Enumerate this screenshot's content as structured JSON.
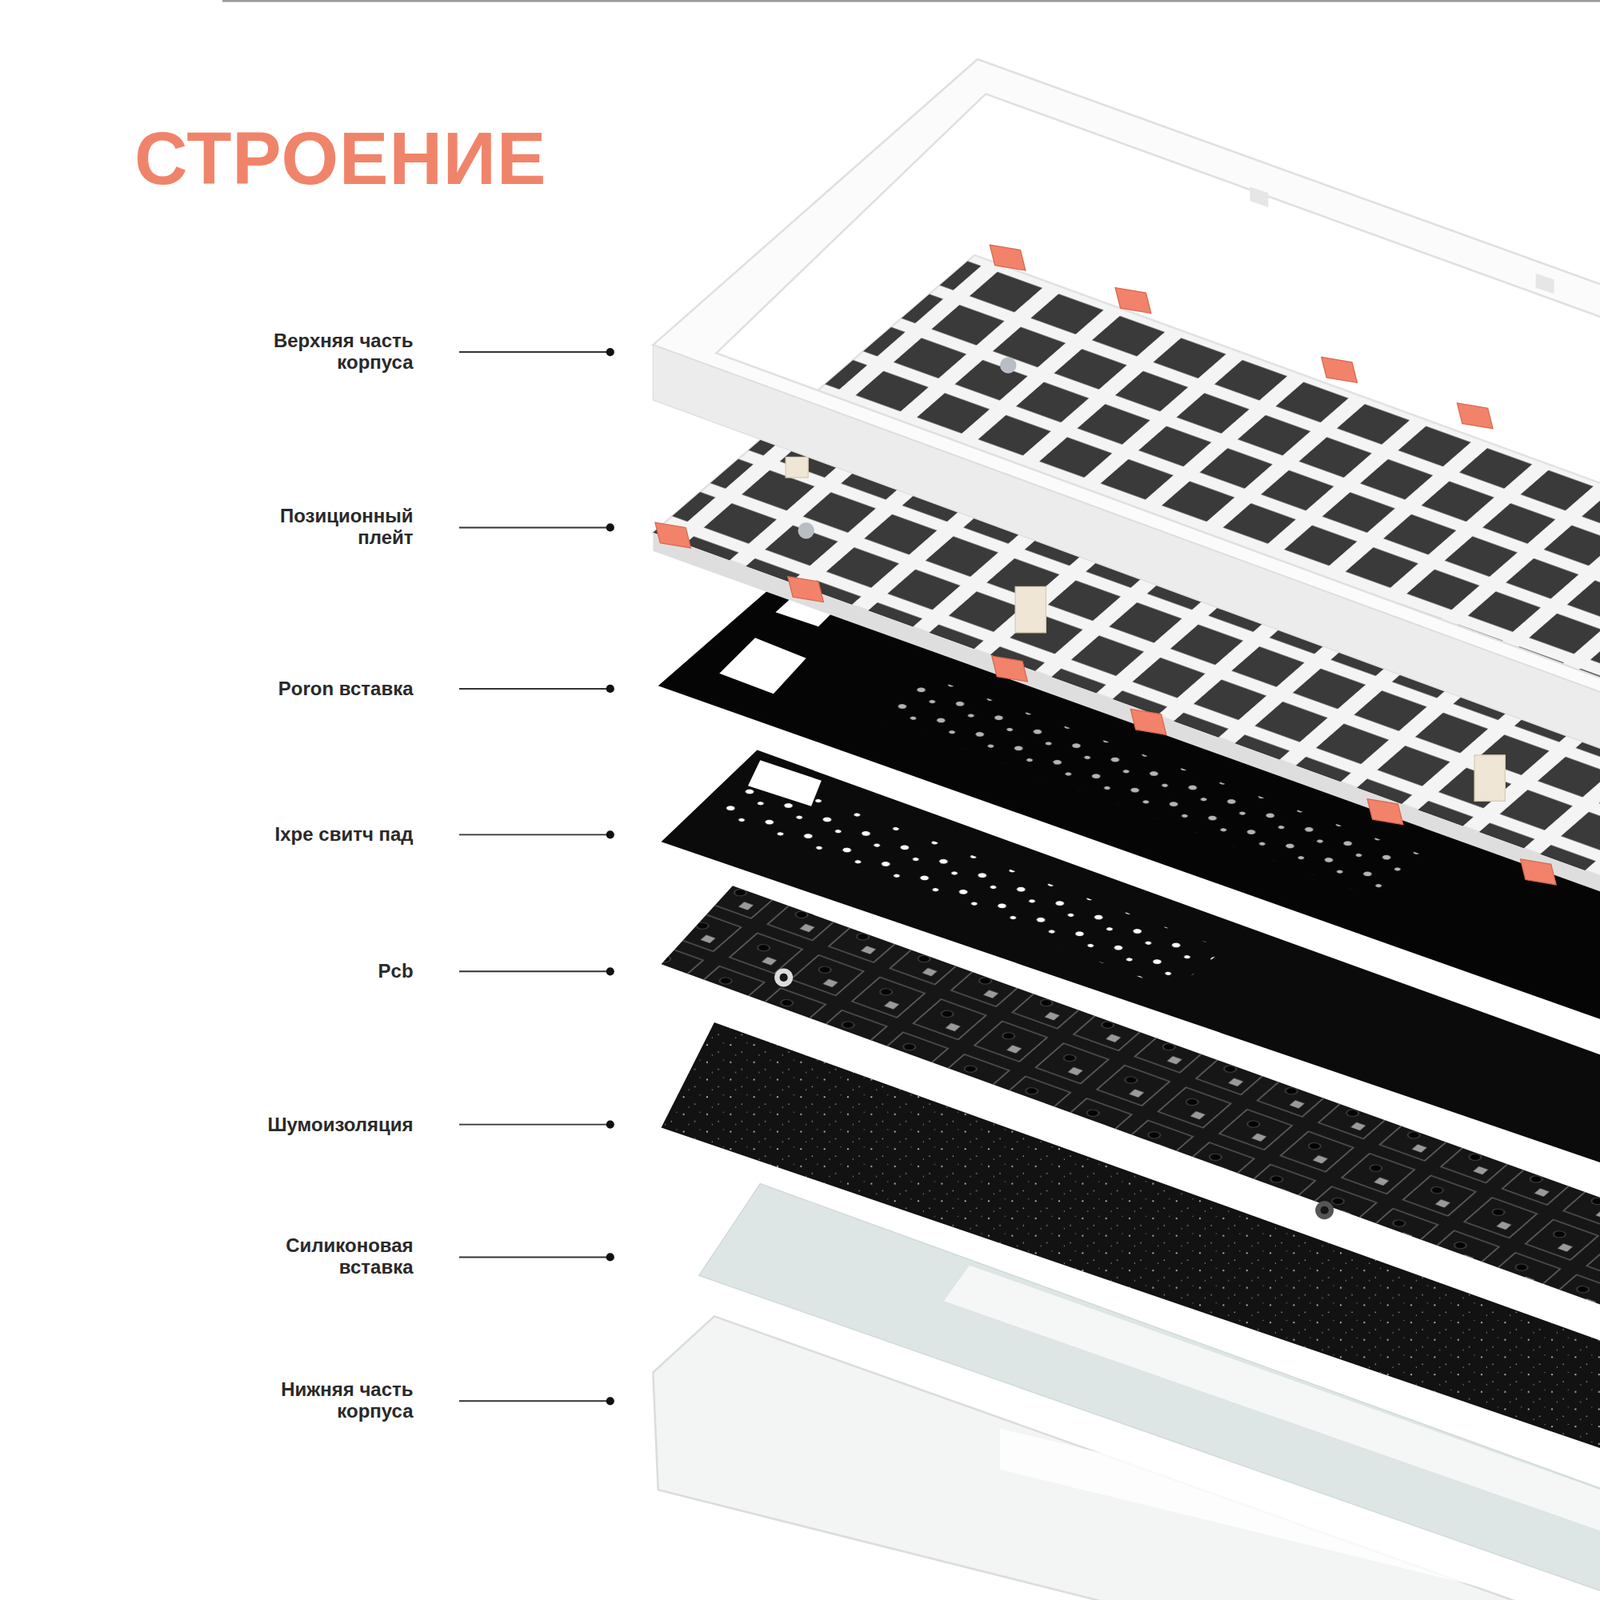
{
  "diagram": {
    "title": "СТРОЕНИЕ",
    "labels": [
      "Верхняя часть корпуса",
      "Позиционный плейт",
      "Poron вставка",
      "Ixpe свитч пад",
      "Pcb",
      "Шумоизоляция",
      "Силиконовая вставка",
      "Нижняя часть корпуса"
    ]
  }
}
